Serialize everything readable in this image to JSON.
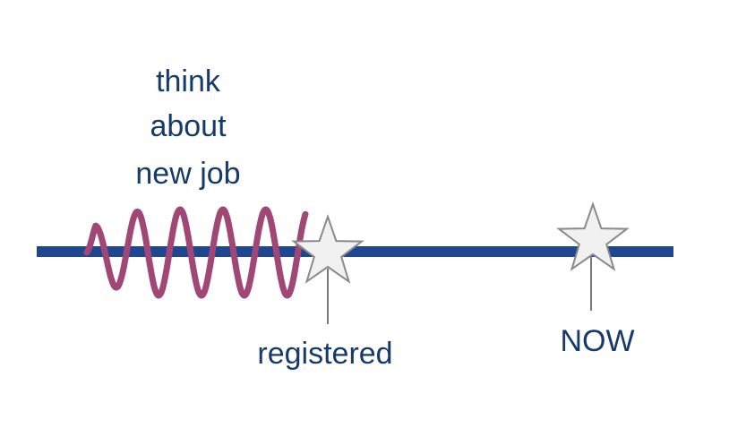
{
  "annotation": {
    "lines": [
      "think",
      "about",
      "new job"
    ]
  },
  "events": {
    "registered": "registered",
    "now": "NOW"
  },
  "colors": {
    "timeline": "#1f4690",
    "wave": "#a04775",
    "text": "#163a6b",
    "star_fill": "#f1f1f1",
    "star_stroke": "#8a8a8a",
    "pointer": "#7a7a7a"
  },
  "icons": {
    "event_marker": "star-icon"
  }
}
